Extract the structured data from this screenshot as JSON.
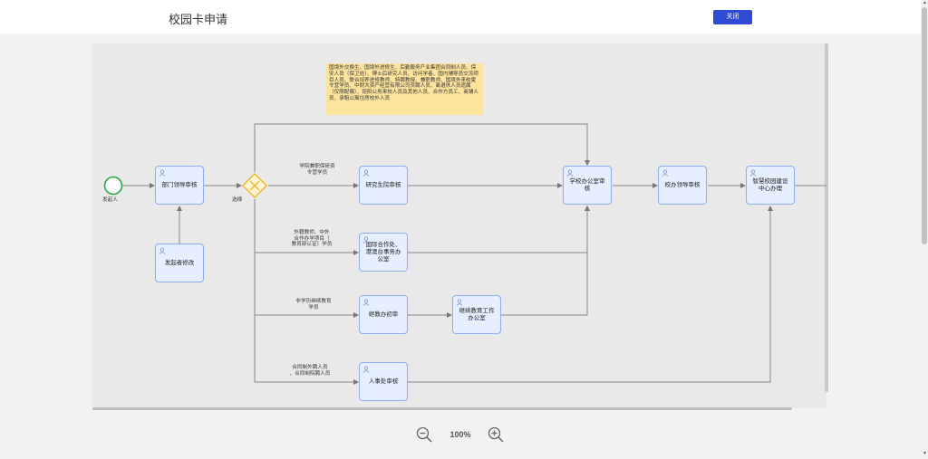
{
  "header": {
    "title": "校园卡申请",
    "close_label": "关闭"
  },
  "note_text": "国境外交换生、国境外进修生、后勤服务产业集团合同制人员、保安人员（保卫处）、博士后研究人员、访问学者、国内辅导员交流项目人员、联合培养进修教师、特聘教授、兼职教师、国境外来校夏令营学员、中财大资产经营有限公司员聘人员、离退休人员遗属（仅限配偶）、钜阳公务来校人员及其他人员、合作方员工、商铺人员、承租公寓住房校外人员",
  "nodes": {
    "start_label": "发起人",
    "dept": "部门领导审核",
    "initiator_edit": "发起者修改",
    "gateway_label": "选择",
    "grad": "研究生院审核",
    "intl": "国际合作处、港澳台事务办公室",
    "cont_first": "继教办初审",
    "cont_office": "继续教育工作办公室",
    "hr": "人事处审核",
    "school_office": "学校办公室审核",
    "school_leader": "校办领导审核",
    "smart_campus": "智慧校园建设中心办理"
  },
  "edge_labels": {
    "grad": [
      "学院兼职保研资",
      "令营学员"
    ],
    "intl": [
      "外籍教师、中外",
      "合作办学项目（",
      "教育部认证）学员"
    ],
    "cont": [
      "非学历继续教育",
      "学员"
    ],
    "hr": [
      "合同制外聘人员",
      "、合同制院聘人员"
    ]
  },
  "zoom": {
    "level": "100%"
  },
  "icons": {
    "zoom_out": "zoom-out-icon",
    "zoom_in": "zoom-in-icon",
    "user": "user-icon"
  },
  "colors": {
    "accent": "#2f4bd3",
    "task_fill": "#e6efff",
    "task_border": "#8aaef0",
    "gateway": "#f6c84c",
    "note": "#fde49e",
    "start": "#27a844"
  }
}
